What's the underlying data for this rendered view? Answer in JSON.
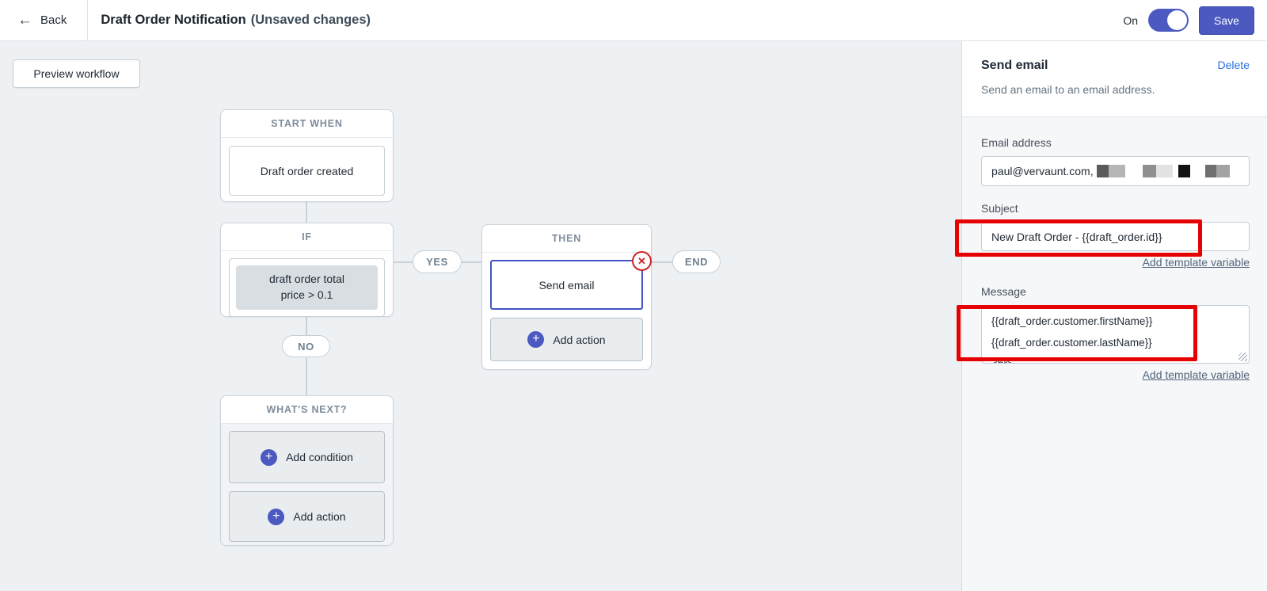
{
  "topbar": {
    "back_label": "Back",
    "title": "Draft Order Notification",
    "title_suffix": "(Unsaved changes)",
    "toggle_label": "On",
    "toggle_state": "on",
    "save_label": "Save"
  },
  "canvas": {
    "preview_button": "Preview workflow",
    "nodes": {
      "start": {
        "header": "START WHEN",
        "trigger": "Draft order created"
      },
      "if": {
        "header": "IF",
        "condition": "draft order total price > 0.1"
      },
      "then": {
        "header": "THEN",
        "action": "Send email",
        "add_action": "Add action"
      },
      "whats_next": {
        "header": "WHAT'S NEXT?",
        "add_condition": "Add condition",
        "add_action": "Add action"
      }
    },
    "connectors": {
      "yes": "YES",
      "no": "NO",
      "end": "END"
    }
  },
  "panel": {
    "title": "Send email",
    "delete_label": "Delete",
    "description": "Send an email to an email address.",
    "email": {
      "label": "Email address",
      "value": "paul@vervaunt.com,",
      "redacted": true
    },
    "subject": {
      "label": "Subject",
      "value": "New Draft Order - {{draft_order.id}}",
      "add_variable": "Add template variable"
    },
    "message": {
      "label": "Message",
      "lines": [
        "{{draft_order.customer.firstName}}",
        "{{draft_order.customer.lastName}}",
        "<br>"
      ],
      "add_variable": "Add template variable"
    }
  },
  "icons": {
    "back_arrow": "←",
    "plus": "+",
    "remove": "✕"
  },
  "colors": {
    "accent_indigo": "#4b59c0",
    "selected_border": "#4353c4",
    "annotation_red": "#e60202",
    "remove_red": "#cf2323",
    "delete_link_blue": "#2a70e0",
    "canvas_bg": "#eef1f4",
    "panel_bg": "#f6f7f9"
  }
}
